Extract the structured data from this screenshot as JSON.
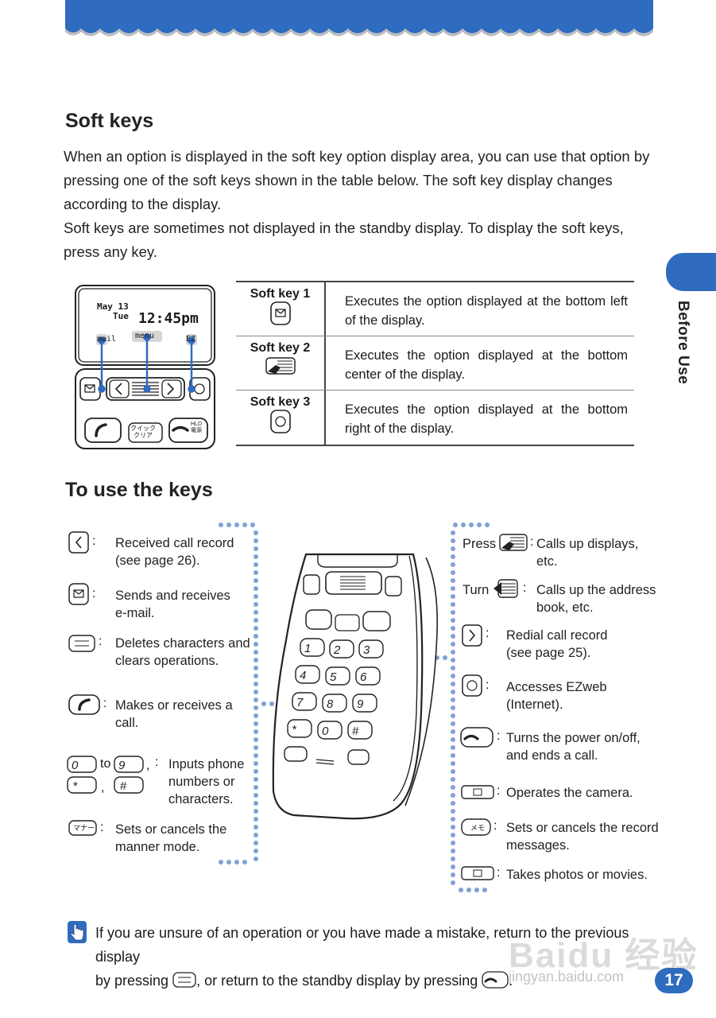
{
  "side_tab_label": "Before Use",
  "soft_keys_section": {
    "title": "Soft keys",
    "paragraphs": [
      "When an option is displayed in the soft key option display area, you can use that option by pressing one of the soft keys shown in the table below. The soft key display changes according to the display.",
      "Soft keys are sometimes not displayed in the standby display. To display the soft keys, press any key."
    ]
  },
  "phone_screen": {
    "date_month": "May 13",
    "date_day": "Tue",
    "time": "12:45pm",
    "soft_left": "mail",
    "soft_center": "menu",
    "soft_right": "EZ"
  },
  "soft_key_table": [
    {
      "key": "Soft key 1",
      "icon": "mail-key-icon",
      "description": "Executes the option displayed at the bottom left of the display."
    },
    {
      "key": "Soft key 2",
      "icon": "center-key-icon",
      "description": "Executes the option displayed at the bottom center of the display."
    },
    {
      "key": "Soft key 3",
      "icon": "ez-key-icon",
      "description": "Executes the option displayed at the bottom right of the display."
    }
  ],
  "keys_section": {
    "title": "To use the keys",
    "left_items": [
      {
        "icon": "left-arrow-key-icon",
        "text_1": "Received call record",
        "text_2": "(see page 26)."
      },
      {
        "icon": "mail-key-icon",
        "text_1": "Sends and receives",
        "text_2": "e-mail."
      },
      {
        "icon": "clear-key-icon",
        "text_1": "Deletes characters and",
        "text_2": "clears operations."
      },
      {
        "icon": "call-key-icon",
        "text_1": "Makes or receives a",
        "text_2": "call."
      },
      {
        "icon": "number-keys-icon",
        "to": "to",
        "comma": ",",
        "text_1": "Inputs phone",
        "text_2": "numbers or",
        "text_3": "characters."
      },
      {
        "icon": "manner-key-icon",
        "text_1": "Sets or cancels the",
        "text_2": "manner mode."
      }
    ],
    "right_items": [
      {
        "prefix": "Press",
        "icon": "center-key-icon",
        "text_1": "Calls up displays,",
        "text_2": "etc."
      },
      {
        "prefix": "Turn",
        "icon": "jog-dial-icon",
        "text_1": "Calls up the address",
        "text_2": "book, etc."
      },
      {
        "icon": "right-arrow-key-icon",
        "text_1": "Redial call record",
        "text_2": "(see page 25)."
      },
      {
        "icon": "ez-key-icon",
        "text_1": "Accesses EZweb",
        "text_2": "(Internet)."
      },
      {
        "icon": "power-key-icon",
        "text_1": "Turns the power on/off,",
        "text_2": "and ends a call."
      },
      {
        "icon": "camera-key-icon",
        "text_1": "Operates the camera."
      },
      {
        "icon": "memo-key-icon",
        "text_1": "Sets or cancels the record",
        "text_2": "messages."
      },
      {
        "icon": "shutter-key-icon",
        "text_1": "Takes photos or movies."
      }
    ]
  },
  "note": {
    "line_1": "If you are unsure of an operation or you have made a mistake, return to the previous display",
    "line_2a": "by pressing",
    "line_2b": ", or return to the standby display by pressing",
    "line_2c": "."
  },
  "key_labels": {
    "clear": "クイック\nクリア",
    "manner": "マナー",
    "memo": "メモ",
    "hld": "HLD",
    "power": "電源"
  },
  "page_number": "17",
  "watermark": {
    "logo": "Baidu 经验",
    "url": "jingyan.baidu.com"
  },
  "colors": {
    "accent": "#2f6cbf",
    "dots": "#7ea1d4"
  }
}
